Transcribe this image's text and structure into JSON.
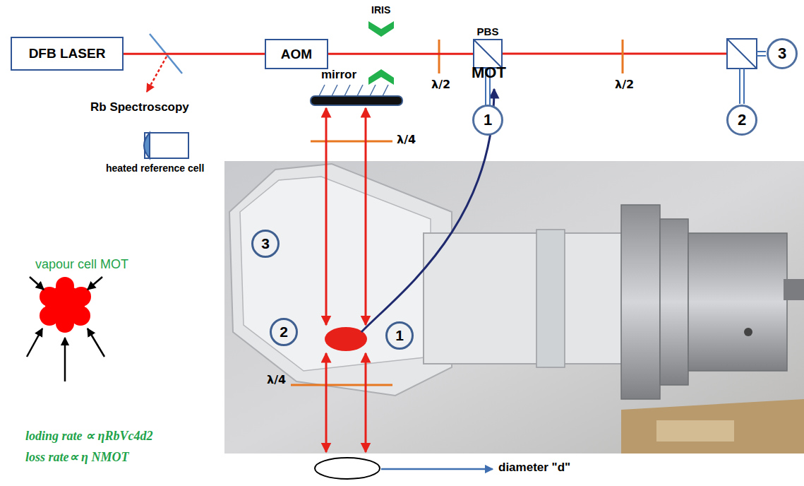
{
  "diagram": {
    "nodes": [
      {
        "text": [
          "DFB LASER"
        ]
      },
      {
        "text": [
          "AOM"
        ]
      },
      {
        "text": [
          "PBS"
        ]
      },
      {
        "text": [
          "1"
        ]
      },
      {
        "text": [
          "2"
        ]
      },
      {
        "text": [
          "3"
        ]
      },
      {
        "text": [
          "3"
        ]
      },
      {
        "text": [
          "2"
        ]
      },
      {
        "text": [
          "1"
        ]
      }
    ],
    "edges": [
      {
        "from": 0,
        "to": 1,
        "arrow": "none"
      },
      {
        "from": 1,
        "to": 2,
        "arrow": "none"
      },
      {
        "from": 2,
        "to": 3,
        "arrow": "none"
      }
    ],
    "labels": [
      "IRIS",
      "λ/2",
      "λ/2",
      "Rb Spectroscopy",
      "heated reference cell",
      "mirror",
      "MOT",
      "λ/4",
      "λ/4",
      "vapour cell MOT",
      "loding rate ∝ ηRbVc4d2",
      "loss rate∝ η NMOT",
      "diameter \"d\""
    ]
  }
}
